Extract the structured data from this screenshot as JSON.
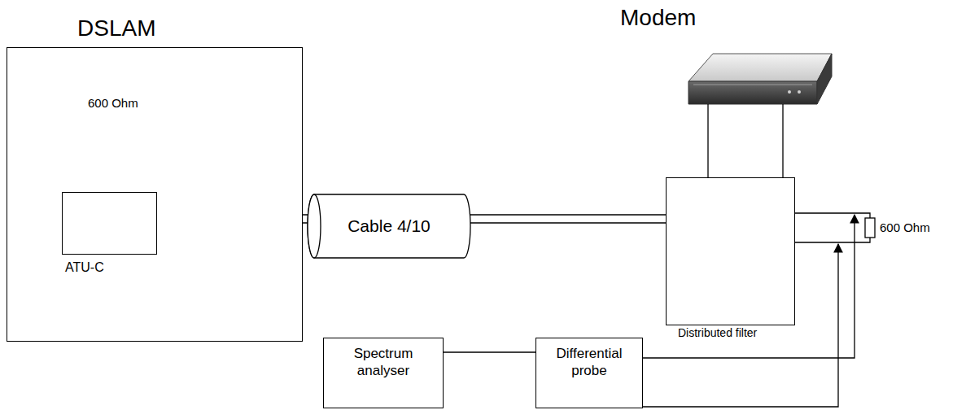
{
  "diagram": {
    "nodes": [
      {
        "text": [
          "DSLAM"
        ]
      },
      {
        "text": [
          "ATU-C"
        ],
        "in": 0
      },
      {
        "text": [
          "Cable 4/10"
        ]
      },
      {
        "text": [
          "Distributed filter"
        ]
      },
      {
        "text": [
          "Spectrum analyser"
        ]
      },
      {
        "text": [
          "Differential probe"
        ]
      }
    ],
    "edges": [
      {
        "from": 2,
        "to": 3,
        "arrow": "none"
      },
      {
        "from": 4,
        "to": 5,
        "arrow": "none"
      }
    ],
    "labels": [
      "600 Ohm",
      "Modem",
      "600 Ohm"
    ]
  }
}
